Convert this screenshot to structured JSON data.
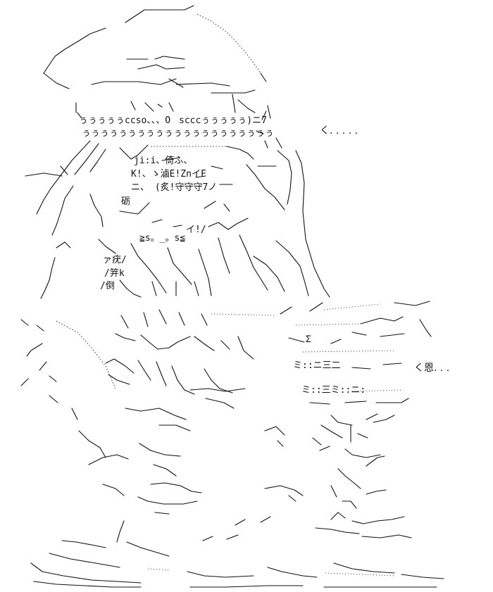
{
  "art": {
    "upper_row_1": "ぅぅぅぅぅccso、、、O",
    "upper_row_1b": "scccぅぅぅぅぅ)ニ7",
    "upper_row_2": "ぅぅぅぅぅぅぅぅぅぅぅぅぅぅぅぅぅぅぅぅぅ",
    "face_1": "ji:i、倚ふ、",
    "face_2": "K!、ゝ滷E!ZnイF",
    "face_3": "ニ、 (炙!守守守7ノ",
    "face_4": "砺",
    "face_5": "イ!/",
    "face_6": "≧s。_。s≦",
    "sleeve": "ァ疣/",
    "sleeve_2": "/笄k",
    "sleeve_3": "/倒",
    "speech_1": "く. . . . .",
    "speech_2": "く恩. . .",
    "lower_misc": "Σ",
    "lower_equals": "ミ::ニ三二",
    "lower_tilde": "ミ::三ミ::ニ:"
  }
}
